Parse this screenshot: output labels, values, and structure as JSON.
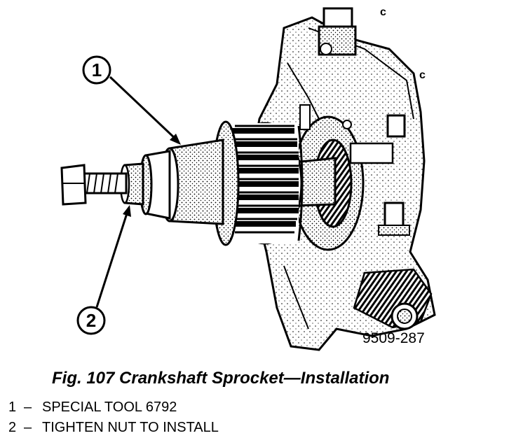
{
  "figure": {
    "caption": "Fig. 107 Crankshaft Sprocket—Installation",
    "figure_id": "9509-287",
    "callouts": [
      "1",
      "2"
    ],
    "corner_marks": [
      "c",
      "c"
    ]
  },
  "legend": {
    "items": [
      {
        "num": "1",
        "dash": "–",
        "text": "SPECIAL TOOL 6792"
      },
      {
        "num": "2",
        "dash": "–",
        "text": "TIGHTEN NUT TO INSTALL"
      }
    ]
  }
}
